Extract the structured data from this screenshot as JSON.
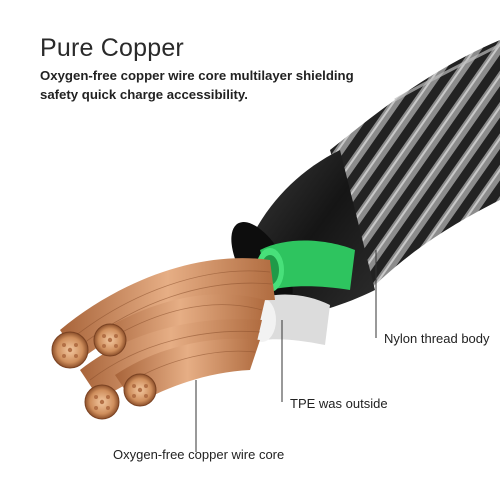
{
  "heading": {
    "title": "Pure Copper",
    "description": "Oxygen-free copper wire core multilayer shielding safety quick charge accessibility."
  },
  "callouts": {
    "nylon": "Nylon thread body",
    "tpe": "TPE was outside",
    "copper_core": "Oxygen-free copper wire core"
  },
  "colors": {
    "jacket": "#1c1c1c",
    "braid_light": "#9a9a9a",
    "green_wire": "#39d66a",
    "white_wire": "#e8e8e8",
    "copper": "#c9885a"
  }
}
